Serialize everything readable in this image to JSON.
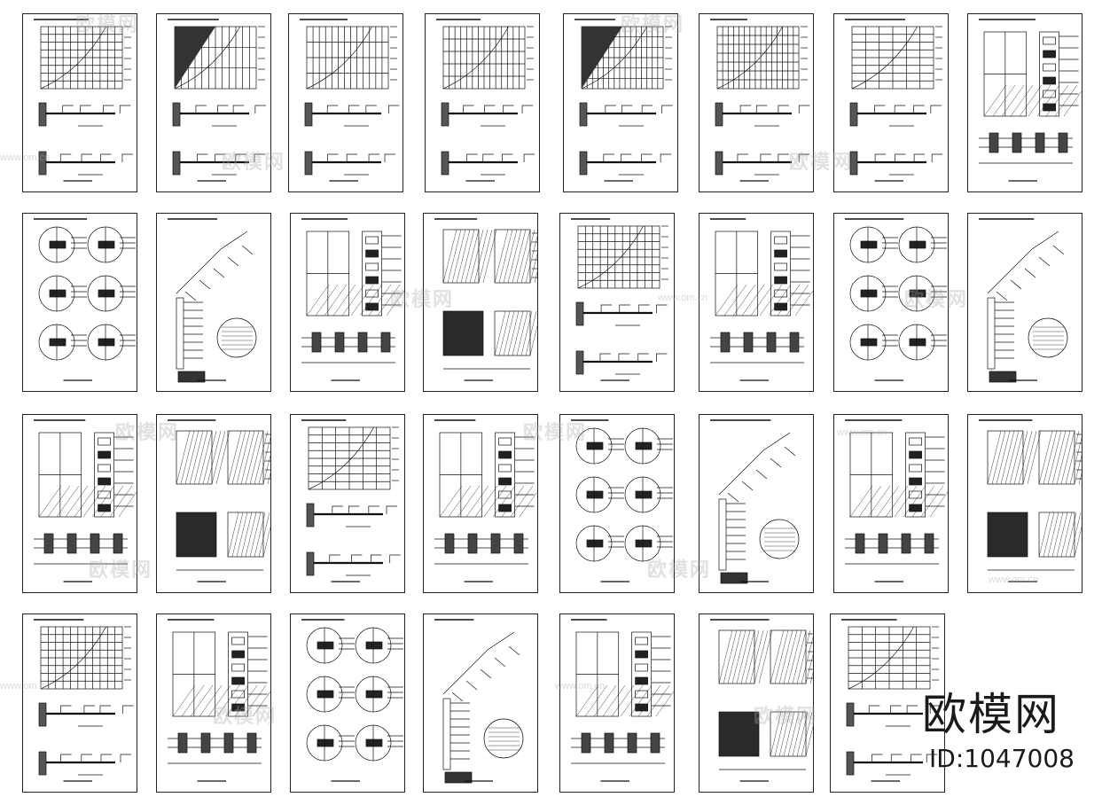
{
  "watermark": {
    "text": "欧模网",
    "url": "www.om.cn"
  },
  "brand": {
    "logo_text": "欧模网",
    "id_text": "ID:1047008"
  },
  "sheets": {
    "count": 31,
    "content": "cad-detail-drawings"
  },
  "colors": {
    "line": "#111111",
    "watermark": "#bbbbbb",
    "background": "#ffffff"
  }
}
